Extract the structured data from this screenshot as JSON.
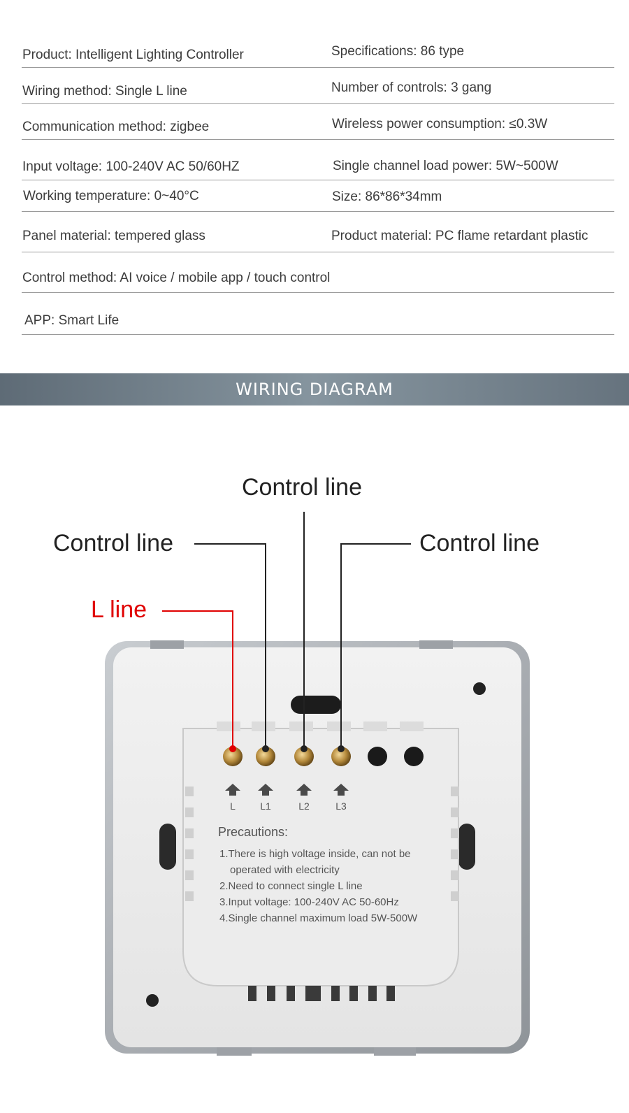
{
  "specs": {
    "product": "Product: Intelligent Lighting Controller",
    "specifications": "Specifications: 86 type",
    "wiring_method": "Wiring method: Single L line",
    "number_of_controls": "Number of controls: 3 gang",
    "communication": "Communication method: zigbee",
    "wireless_power": "Wireless power consumption: ≤0.3W",
    "input_voltage": "Input voltage: 100-240V AC 50/60HZ",
    "load_power": "Single channel load power: 5W~500W",
    "working_temp": "Working temperature: 0~40°C",
    "size": "Size: 86*86*34mm",
    "panel_material": "Panel material: tempered glass",
    "product_material": "Product material: PC flame retardant plastic",
    "control_method": "Control method: AI voice / mobile app / touch control",
    "app": "APP: Smart Life"
  },
  "banner": {
    "title": "WIRING DIAGRAM"
  },
  "diagram": {
    "control_line_top": "Control line",
    "control_line_left": "Control line",
    "control_line_right": "Control line",
    "l_line": "L line",
    "terminals": [
      "L",
      "L1",
      "L2",
      "L3"
    ],
    "precautions_title": "Precautions:",
    "precautions": [
      "1.There is high voltage inside, can not be",
      "operated with  electricity",
      "2.Need to connect single L line",
      "3.Input voltage: 100-240V AC 50-60Hz",
      "4.Single channel maximum load 5W-500W"
    ],
    "colors": {
      "l_line": "#e00000",
      "control_line": "#222222"
    }
  }
}
